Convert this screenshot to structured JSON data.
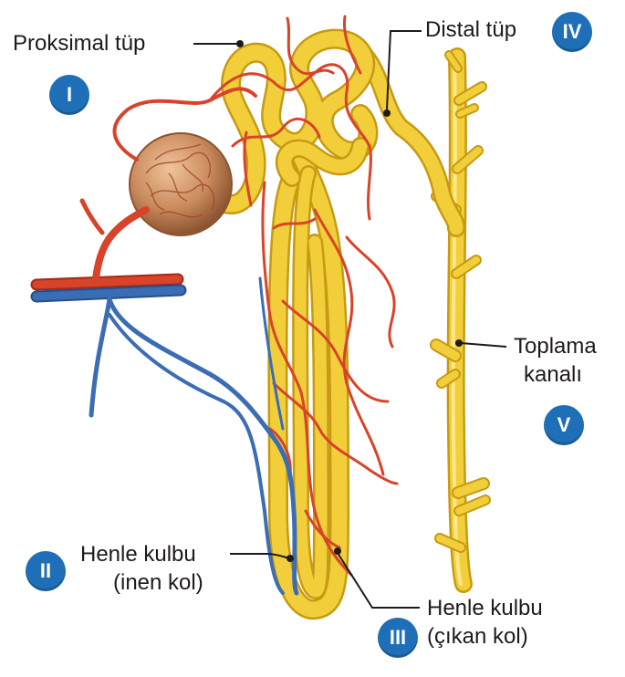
{
  "labels": {
    "proximal": "Proksimal tüp",
    "distal": "Distal tüp",
    "collecting_1": "Toplama",
    "collecting_2": "kanalı",
    "henle_desc_1": "Henle kulbu",
    "henle_desc_2": "(inen kol)",
    "henle_asc_1": "Henle kulbu",
    "henle_asc_2": "(çıkan kol)"
  },
  "badges": {
    "proximal": "I",
    "henle_desc": "II",
    "henle_asc": "III",
    "distal": "IV",
    "collecting": "V"
  },
  "colors": {
    "tubule": "#f2cf3a",
    "tubule_edge": "#c79a12",
    "artery": "#d8432a",
    "vein": "#3a6db3",
    "glomerulus": "#c98a5c",
    "badge": "#1f6fb8",
    "leader": "#1f1a1a"
  }
}
